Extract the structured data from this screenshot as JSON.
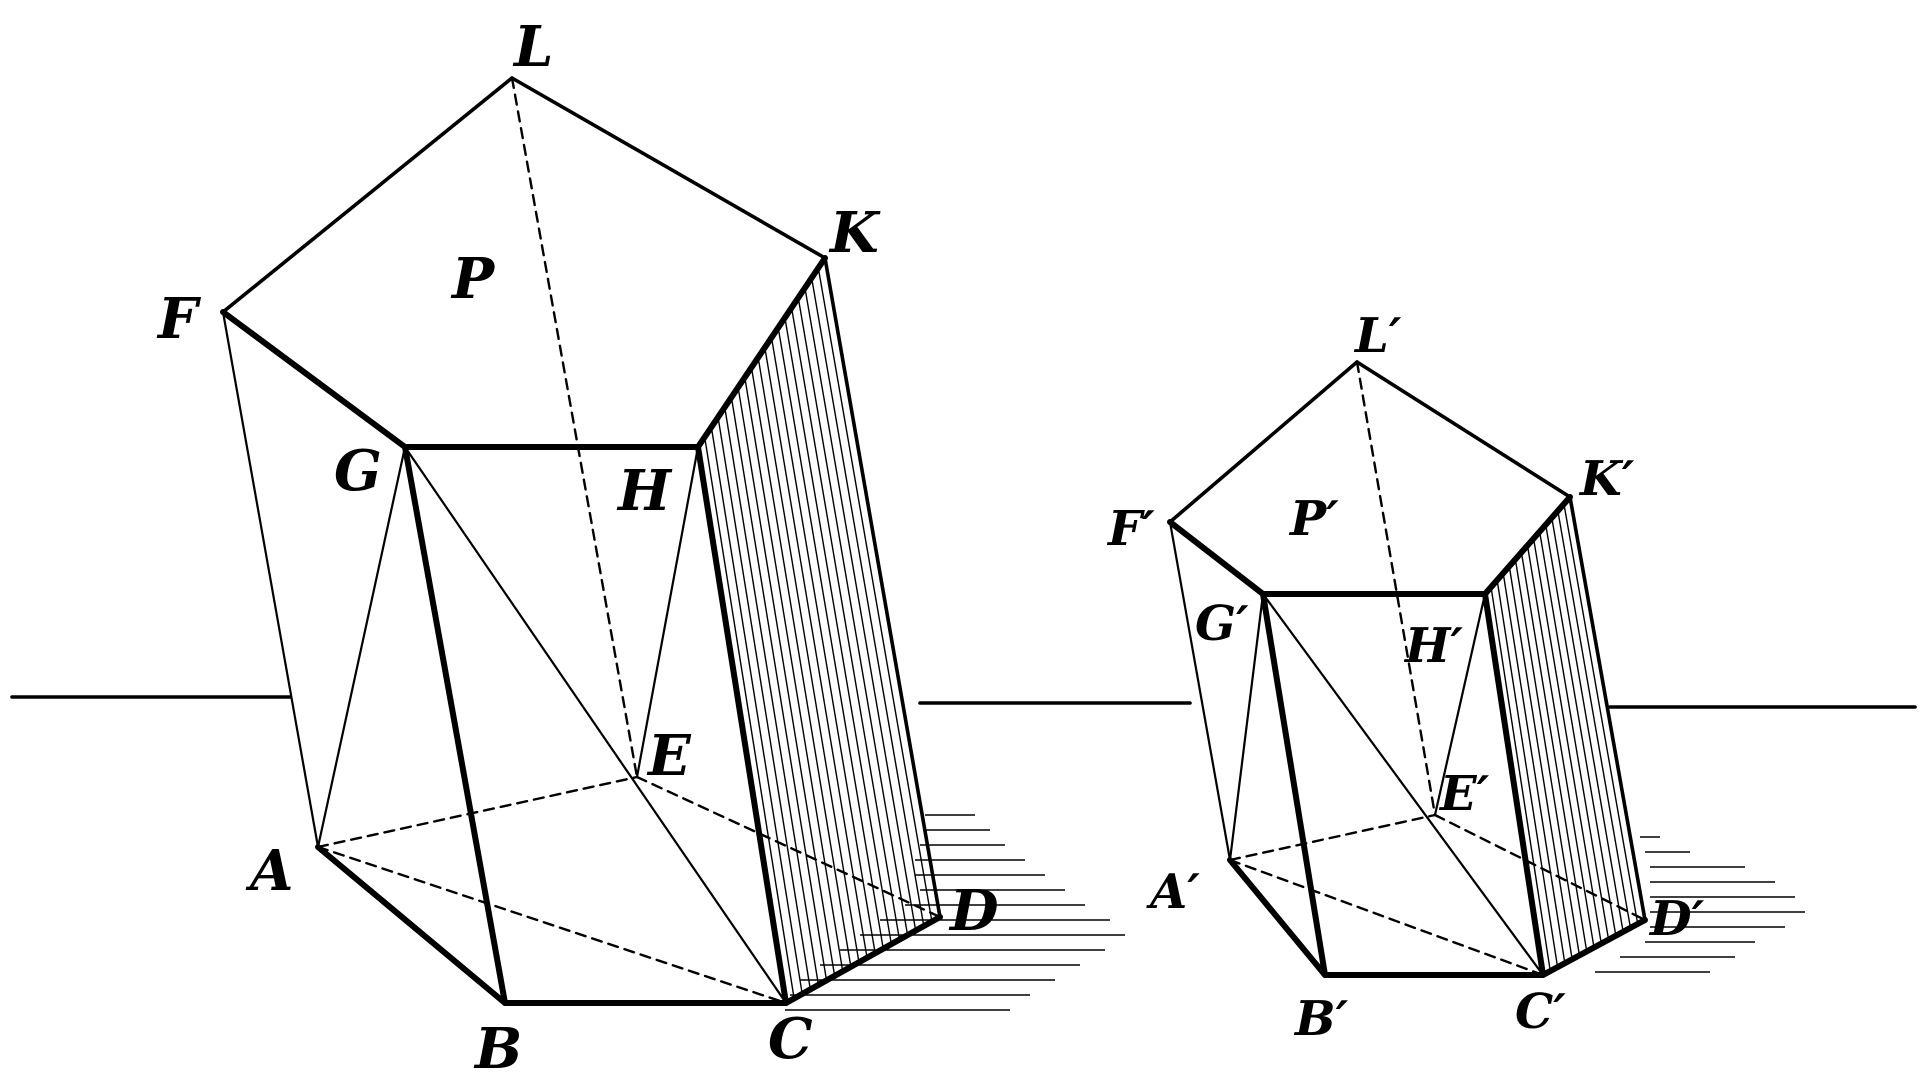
{
  "large_prism": {
    "base_vertices": [
      "A",
      "B",
      "C",
      "D",
      "E"
    ],
    "top_vertices": [
      "F",
      "G",
      "H",
      "K",
      "L"
    ],
    "face_label": "P"
  },
  "small_prism": {
    "base_vertices": [
      "A′",
      "B′",
      "C′",
      "D′",
      "E′"
    ],
    "top_vertices": [
      "F′",
      "G′",
      "H′",
      "K′",
      "L′"
    ],
    "face_label": "P′"
  }
}
